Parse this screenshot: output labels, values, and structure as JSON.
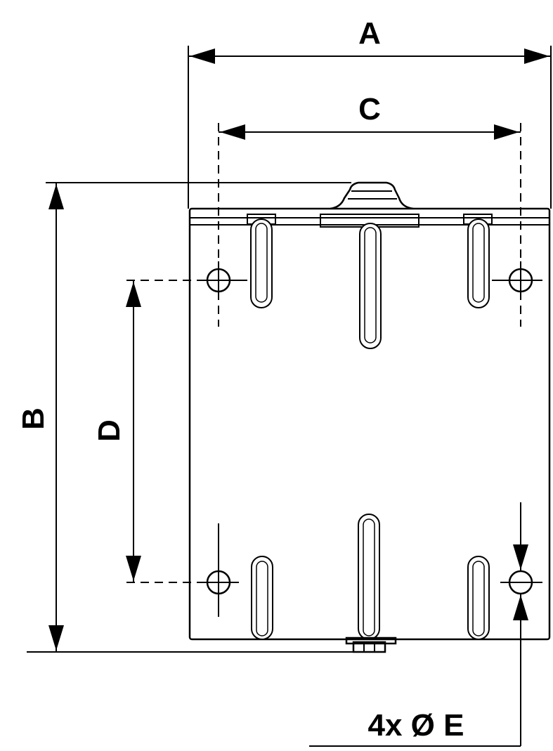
{
  "labels": {
    "a": "A",
    "b": "B",
    "c": "C",
    "d": "D",
    "e": "4x Ø E"
  }
}
